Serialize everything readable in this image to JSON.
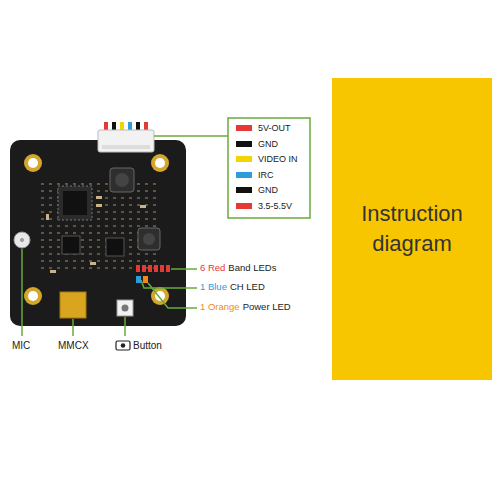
{
  "diagram": {
    "nodes": [
      {
        "text": [
          "Instruction diagram"
        ]
      }
    ],
    "labels": [
      "MIC",
      "MMCX",
      "Button",
      "6 Red",
      "Band LEDs",
      "1 Blue",
      "CH LED",
      "1 Orange",
      "Power LED"
    ],
    "legend": [
      {
        "text": "5V-OUT",
        "color": "#e53935"
      },
      {
        "text": "GND",
        "color": "#111111"
      },
      {
        "text": "VIDEO IN",
        "color": "#f5d300"
      },
      {
        "text": "IRC",
        "color": "#2d9cdb"
      },
      {
        "text": "GND",
        "color": "#111111"
      },
      {
        "text": "3.5-5.5V",
        "color": "#e53935"
      }
    ]
  }
}
